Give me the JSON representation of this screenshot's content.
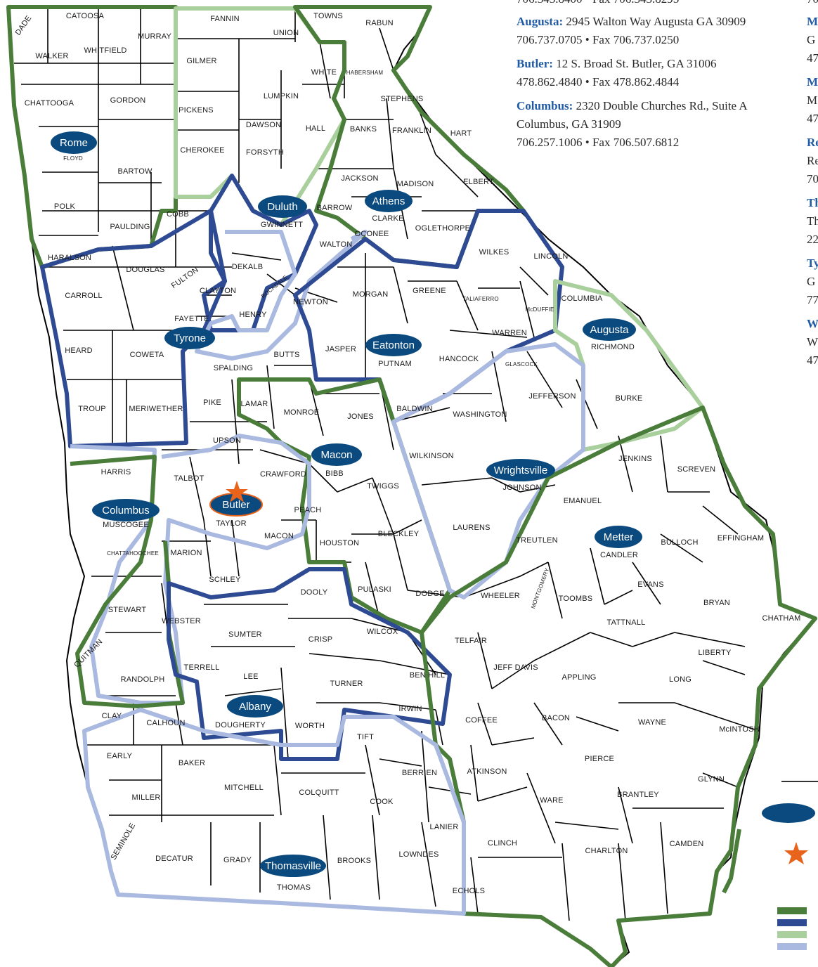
{
  "offices_left": [
    {
      "city": "",
      "address": "",
      "phone": "706.343.8400 • Fax 706.343.8295"
    },
    {
      "city": "Augusta:",
      "address": "2945 Walton Way Augusta GA 30909",
      "phone": "706.737.0705 • Fax 706.737.0250"
    },
    {
      "city": "Butler:",
      "address": "12 S. Broad St. Butler, GA 31006",
      "phone": "478.862.4840 • Fax 478.862.4844"
    },
    {
      "city": "Columbus:",
      "address": "2320 Double Churches Rd., Suite A Columbus, GA 31909",
      "phone": "706.257.1006 • Fax 706.507.6812"
    }
  ],
  "offices_cut": [
    {
      "city": "M",
      "lines": [
        "G",
        "47"
      ]
    },
    {
      "city": "M",
      "lines": [
        "M",
        "47"
      ]
    },
    {
      "city": "Re",
      "lines": [
        "Re",
        "70"
      ]
    },
    {
      "city": "Th",
      "lines": [
        "Th",
        "22"
      ]
    },
    {
      "city": "Ty",
      "lines": [
        "G",
        "77"
      ]
    },
    {
      "city": "W",
      "lines": [
        "W",
        "47"
      ]
    },
    {
      "city": "",
      "lines": [
        "70"
      ]
    }
  ],
  "colors": {
    "region_dark_green": "#4a7c3a",
    "region_dark_blue": "#2e4a93",
    "region_light_green": "#a9cf9c",
    "region_light_blue": "#a9b9e0",
    "office_oval": "#0b4a7e",
    "star": "#e8631c"
  },
  "office_markers": [
    "Rome",
    "Duluth",
    "Athens",
    "Tyrone",
    "Augusta",
    "Eatonton",
    "Macon",
    "Wrightsville",
    "Columbus",
    "Butler",
    "Metter",
    "Albany",
    "Thomasville"
  ],
  "counties": [
    "DADE",
    "CATOOSA",
    "WALKER",
    "WHITFIELD",
    "MURRAY",
    "FANNIN",
    "UNION",
    "TOWNS",
    "RABUN",
    "GILMER",
    "WHITE",
    "HABERSHAM",
    "CHATTOOGA",
    "GORDON",
    "LUMPKIN",
    "STEPHENS",
    "PICKENS",
    "DAWSON",
    "HALL",
    "BANKS",
    "FRANKLIN",
    "HART",
    "FLOYD",
    "BARTOW",
    "CHEROKEE",
    "FORSYTH",
    "JACKSON",
    "MADISON",
    "ELBERT",
    "POLK",
    "PAULDING",
    "COBB",
    "GWINNETT",
    "BARROW",
    "CLARKE",
    "OCONEE",
    "OGLETHORPE",
    "HARALSON",
    "DOUGLAS",
    "FULTON",
    "DEKALB",
    "ROCKDALE",
    "WALTON",
    "WILKES",
    "LINCOLN",
    "CARROLL",
    "CLAYTON",
    "NEWTON",
    "MORGAN",
    "GREENE",
    "TALIAFERRO",
    "McDUFFIE",
    "COLUMBIA",
    "HENRY",
    "FAYETTE",
    "WARREN",
    "RICHMOND",
    "HEARD",
    "COWETA",
    "SPALDING",
    "BUTTS",
    "JASPER",
    "PUTNAM",
    "HANCOCK",
    "GLASCOCK",
    "TROUP",
    "MERIWETHER",
    "PIKE",
    "LAMAR",
    "MONROE",
    "JONES",
    "BALDWIN",
    "WASHINGTON",
    "JEFFERSON",
    "BURKE",
    "UPSON",
    "HARRIS",
    "TALBOT",
    "CRAWFORD",
    "BIBB",
    "TWIGGS",
    "WILKINSON",
    "JOHNSON",
    "JENKINS",
    "SCREVEN",
    "EMANUEL",
    "MUSCOGEE",
    "TAYLOR",
    "PEACH",
    "MACON",
    "HOUSTON",
    "BLECKLEY",
    "LAURENS",
    "TREUTLEN",
    "CANDLER",
    "BULLOCH",
    "EFFINGHAM",
    "CHATTAHOOCHEE",
    "MARION",
    "SCHLEY",
    "DOOLY",
    "PULASKI",
    "DODGE",
    "WHEELER",
    "MONTGOMERY",
    "TOOMBS",
    "EVANS",
    "BRYAN",
    "STEWART",
    "WEBSTER",
    "SUMTER",
    "CRISP",
    "WILCOX",
    "TELFAIR",
    "TATTNALL",
    "CHATHAM",
    "QUITMAN",
    "TERRELL",
    "LEE",
    "TURNER",
    "BEN HILL",
    "JEFF DAVIS",
    "APPLING",
    "LIBERTY",
    "RANDOLPH",
    "IRWIN",
    "LONG",
    "CLAY",
    "CALHOUN",
    "DOUGHERTY",
    "WORTH",
    "TIFT",
    "COFFEE",
    "BACON",
    "WAYNE",
    "McINTOSH",
    "EARLY",
    "BAKER",
    "PIERCE",
    "MILLER",
    "MITCHELL",
    "COLQUITT",
    "BERRIEN",
    "ATKINSON",
    "WARE",
    "BRANTLEY",
    "GLYNN",
    "COOK",
    "LANIER",
    "CLINCH",
    "CHARLTON",
    "CAMDEN",
    "SEMINOLE",
    "DECATUR",
    "GRADY",
    "THOMAS",
    "BROOKS",
    "LOWNDES",
    "ECHOLS"
  ]
}
